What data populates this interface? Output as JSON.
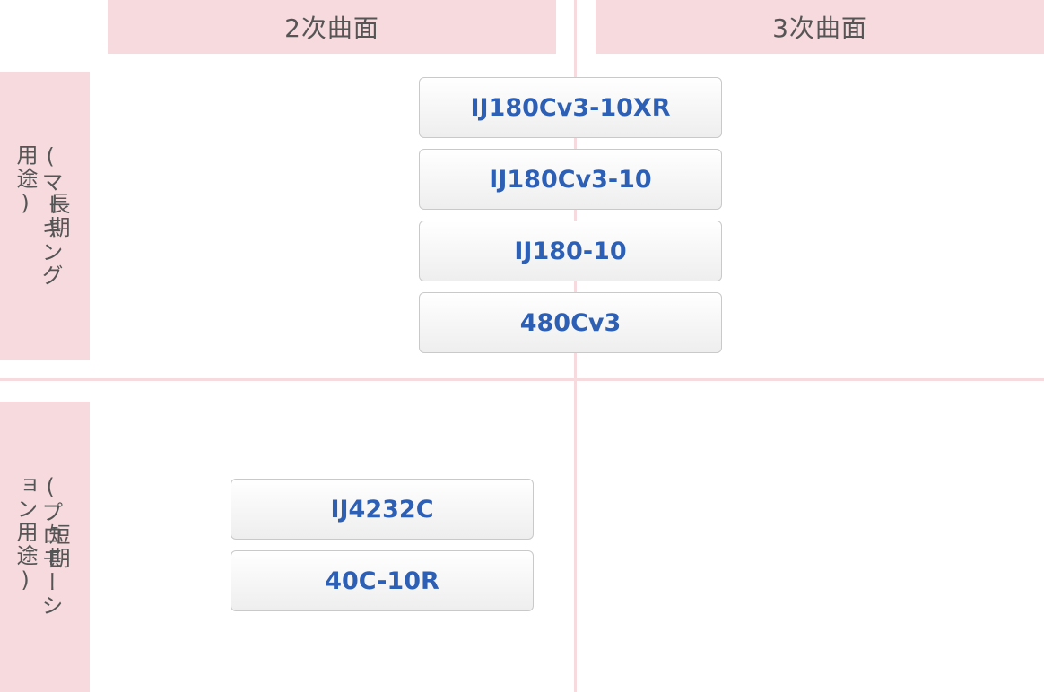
{
  "columns": [
    {
      "label": "2次曲面"
    },
    {
      "label": "3次曲面"
    }
  ],
  "rows": [
    {
      "label": "長期",
      "sublabel": "(マーキング用途)"
    },
    {
      "label": "短期",
      "sublabel": "(プロモーション用途)"
    }
  ],
  "long_term_2d": [
    "IJ180Cv3-10XR",
    "IJ180Cv3-10",
    "IJ180-10",
    "480Cv3"
  ],
  "short_term_2d": [
    "IJ4232C",
    "40C-10R"
  ],
  "colors": {
    "header_bg": "#f6dadd",
    "link_text": "#2d5fb4"
  }
}
